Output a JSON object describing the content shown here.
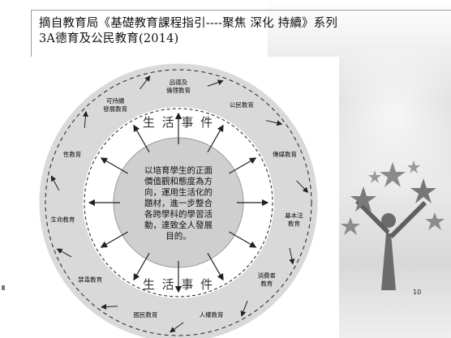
{
  "title": {
    "line1": "摘自教育局《基礎教育課程指引----聚焦  深化  持續》系列",
    "line2": "3A德育及公民教育(2014)"
  },
  "diagram": {
    "ring_label": "生 活 事 件",
    "center_text": [
      "以培育學生的正面",
      "價值觀和態度為方",
      "向，運用生活化的",
      "題材，進一步整合",
      "各跨學科的學習活",
      "動，達致全人發展",
      "目的。"
    ],
    "domains": [
      {
        "id": "moral",
        "lines": [
          "品德及",
          "倫理教育"
        ]
      },
      {
        "id": "civic",
        "lines": [
          "公民教育"
        ]
      },
      {
        "id": "media",
        "lines": [
          "傳媒教育"
        ]
      },
      {
        "id": "basic-law",
        "lines": [
          "基本法",
          "教育"
        ]
      },
      {
        "id": "consumer",
        "lines": [
          "消費者",
          "教育"
        ]
      },
      {
        "id": "human-rights",
        "lines": [
          "人權教育"
        ]
      },
      {
        "id": "national",
        "lines": [
          "國民教育"
        ]
      },
      {
        "id": "anti-drug",
        "lines": [
          "禁毒教育"
        ]
      },
      {
        "id": "life",
        "lines": [
          "生命教育"
        ]
      },
      {
        "id": "sex",
        "lines": [
          "性教育"
        ]
      },
      {
        "id": "sustainable",
        "lines": [
          "可持續",
          "發展教育"
        ]
      }
    ]
  },
  "page_number": "10",
  "colors": {
    "outer_band": "#d9d9d9",
    "middle_ring": "#ffffff",
    "center_circle": "#cfcfcf",
    "lines": "#222222"
  }
}
